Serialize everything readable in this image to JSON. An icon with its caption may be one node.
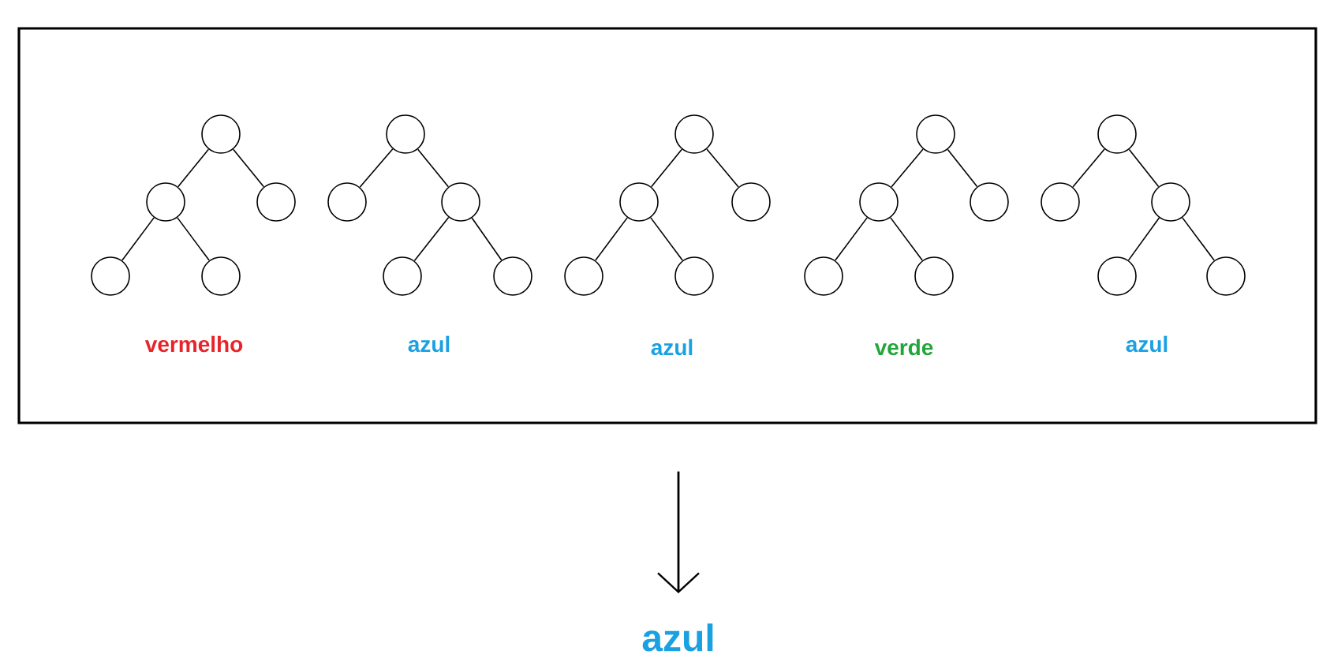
{
  "diagram": {
    "nodes": [
      {
        "text": [],
        "shape": "box"
      },
      {
        "text": [],
        "shape": "circle",
        "in": 0
      },
      {
        "text": [],
        "shape": "circle",
        "in": 0
      },
      {
        "text": [],
        "shape": "circle",
        "in": 0
      },
      {
        "text": [],
        "shape": "circle",
        "in": 0
      },
      {
        "text": [],
        "shape": "circle",
        "in": 0
      },
      {
        "text": [],
        "shape": "circle",
        "in": 0
      },
      {
        "text": [],
        "shape": "circle",
        "in": 0
      },
      {
        "text": [],
        "shape": "circle",
        "in": 0
      },
      {
        "text": [],
        "shape": "circle",
        "in": 0
      },
      {
        "text": [],
        "shape": "circle",
        "in": 0
      },
      {
        "text": [],
        "shape": "circle",
        "in": 0
      },
      {
        "text": [],
        "shape": "circle",
        "in": 0
      },
      {
        "text": [],
        "shape": "circle",
        "in": 0
      },
      {
        "text": [],
        "shape": "circle",
        "in": 0
      },
      {
        "text": [],
        "shape": "circle",
        "in": 0
      },
      {
        "text": [],
        "shape": "circle",
        "in": 0
      },
      {
        "text": [],
        "shape": "circle",
        "in": 0
      },
      {
        "text": [],
        "shape": "circle",
        "in": 0
      },
      {
        "text": [],
        "shape": "circle",
        "in": 0
      },
      {
        "text": [],
        "shape": "circle",
        "in": 0
      },
      {
        "text": [],
        "shape": "circle",
        "in": 0
      },
      {
        "text": [],
        "shape": "circle",
        "in": 0
      },
      {
        "text": [],
        "shape": "circle",
        "in": 0
      },
      {
        "text": [],
        "shape": "circle",
        "in": 0
      },
      {
        "text": [],
        "shape": "circle",
        "in": 0
      },
      {
        "text": [
          "azul"
        ]
      }
    ],
    "edges": [
      {
        "from": 1,
        "to": 2,
        "arrow": "none"
      },
      {
        "from": 1,
        "to": 3,
        "arrow": "none"
      },
      {
        "from": 2,
        "to": 4,
        "arrow": "none"
      },
      {
        "from": 2,
        "to": 5,
        "arrow": "none"
      },
      {
        "from": 6,
        "to": 7,
        "arrow": "none"
      },
      {
        "from": 6,
        "to": 8,
        "arrow": "none"
      },
      {
        "from": 8,
        "to": 9,
        "arrow": "none"
      },
      {
        "from": 8,
        "to": 10,
        "arrow": "none"
      },
      {
        "from": 11,
        "to": 12,
        "arrow": "none"
      },
      {
        "from": 11,
        "to": 13,
        "arrow": "none"
      },
      {
        "from": 12,
        "to": 14,
        "arrow": "none"
      },
      {
        "from": 12,
        "to": 15,
        "arrow": "none"
      },
      {
        "from": 16,
        "to": 17,
        "arrow": "none"
      },
      {
        "from": 16,
        "to": 18,
        "arrow": "none"
      },
      {
        "from": 17,
        "to": 19,
        "arrow": "none"
      },
      {
        "from": 17,
        "to": 20,
        "arrow": "none"
      },
      {
        "from": 21,
        "to": 22,
        "arrow": "none"
      },
      {
        "from": 21,
        "to": 23,
        "arrow": "none"
      },
      {
        "from": 23,
        "to": 24,
        "arrow": "none"
      },
      {
        "from": 23,
        "to": 25,
        "arrow": "none"
      },
      {
        "from": 0,
        "to": 26,
        "arrow": "to"
      }
    ],
    "labels": [
      "vermelho",
      "azul",
      "azul",
      "verde",
      "azul"
    ]
  }
}
